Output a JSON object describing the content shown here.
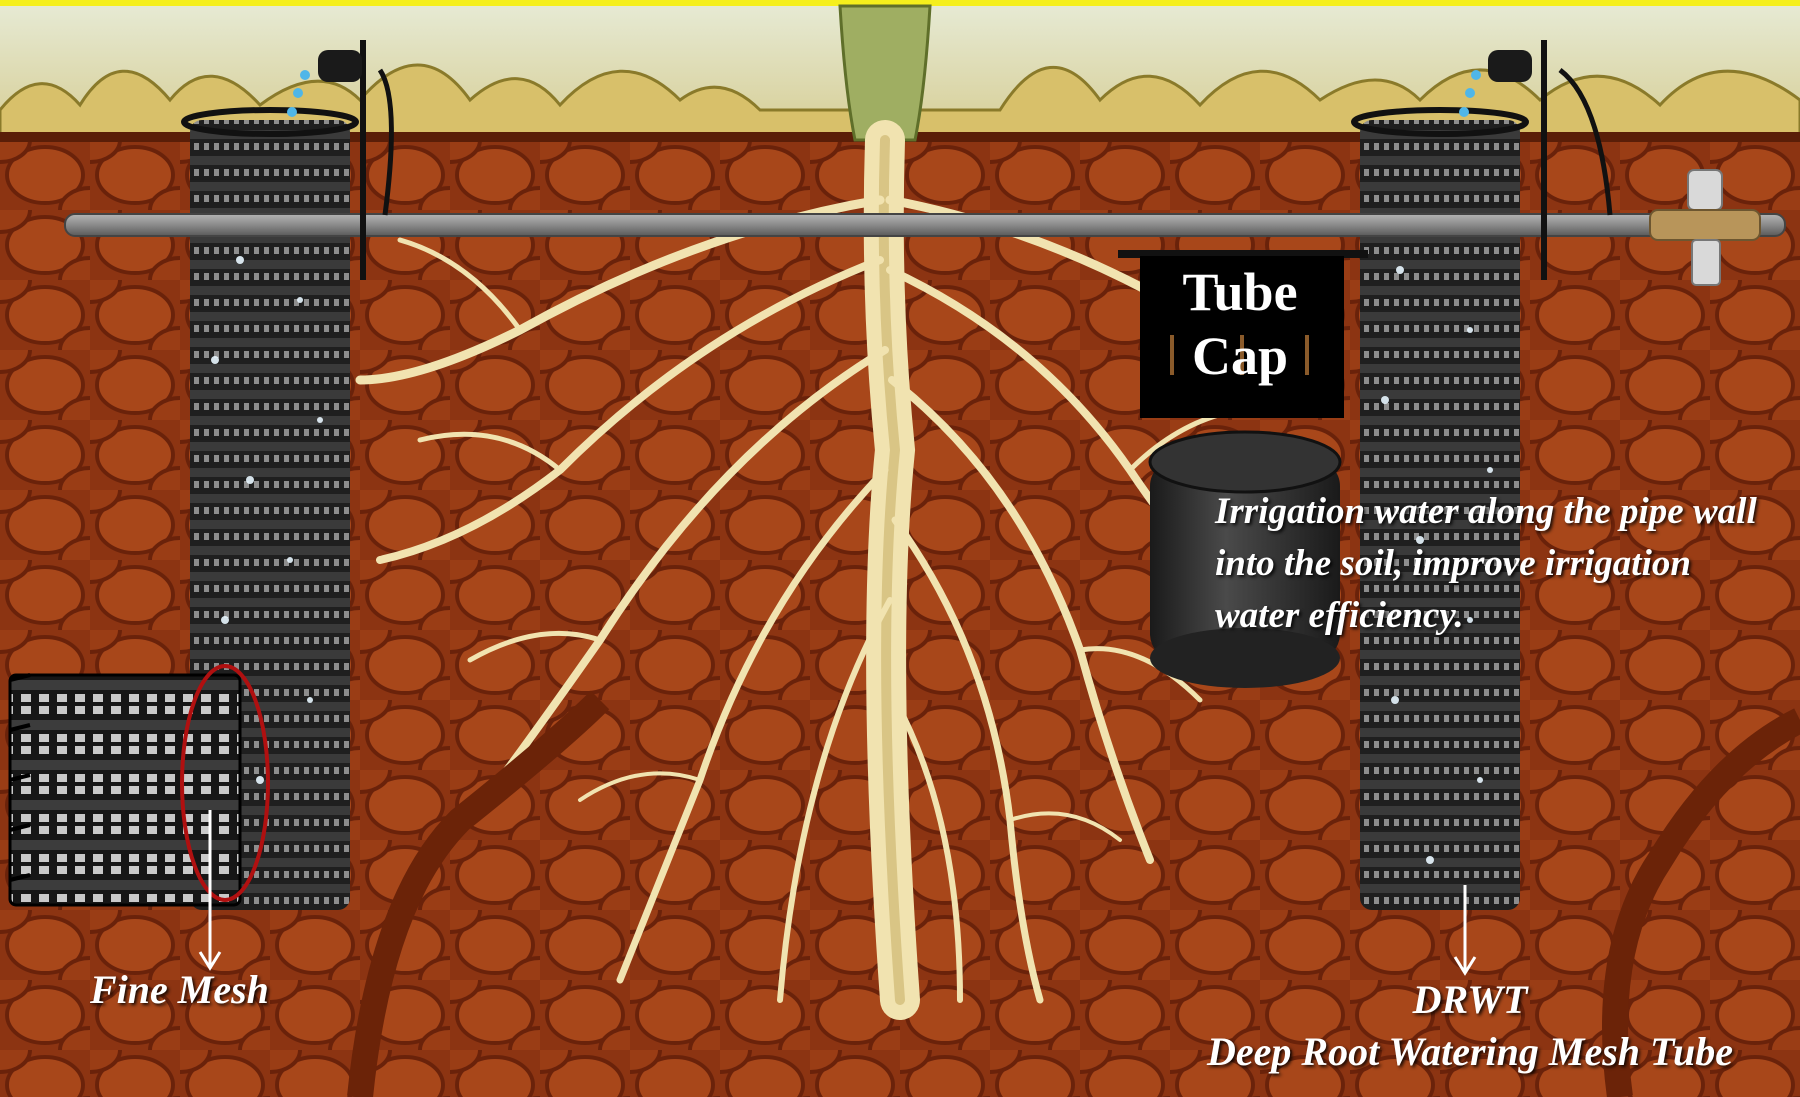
{
  "labels": {
    "tube_cap_line1": "Tube",
    "tube_cap_line2": "Cap",
    "irrigation_caption": "Irrigation water along the pipe wall into the soil, improve irrigation water efficiency.",
    "fine_mesh": "Fine Mesh",
    "drwt_acronym": "DRWT",
    "drwt_full": "Deep Root Watering Mesh Tube"
  },
  "colors": {
    "top_border": "#f5ef1c",
    "sky": "#e9e6c8",
    "grass": "#d8c06a",
    "soil": "#8c3412",
    "soil_cell": "#a8471a",
    "root": "#f1e3b0",
    "tube": "#262626",
    "pipe": "#8a8a8a",
    "highlight_ellipse": "#b01010",
    "water": "#4fb6e8"
  },
  "icons": {
    "drip_emitter": "drip-emitter-icon",
    "valve": "pressure-valve-icon"
  }
}
